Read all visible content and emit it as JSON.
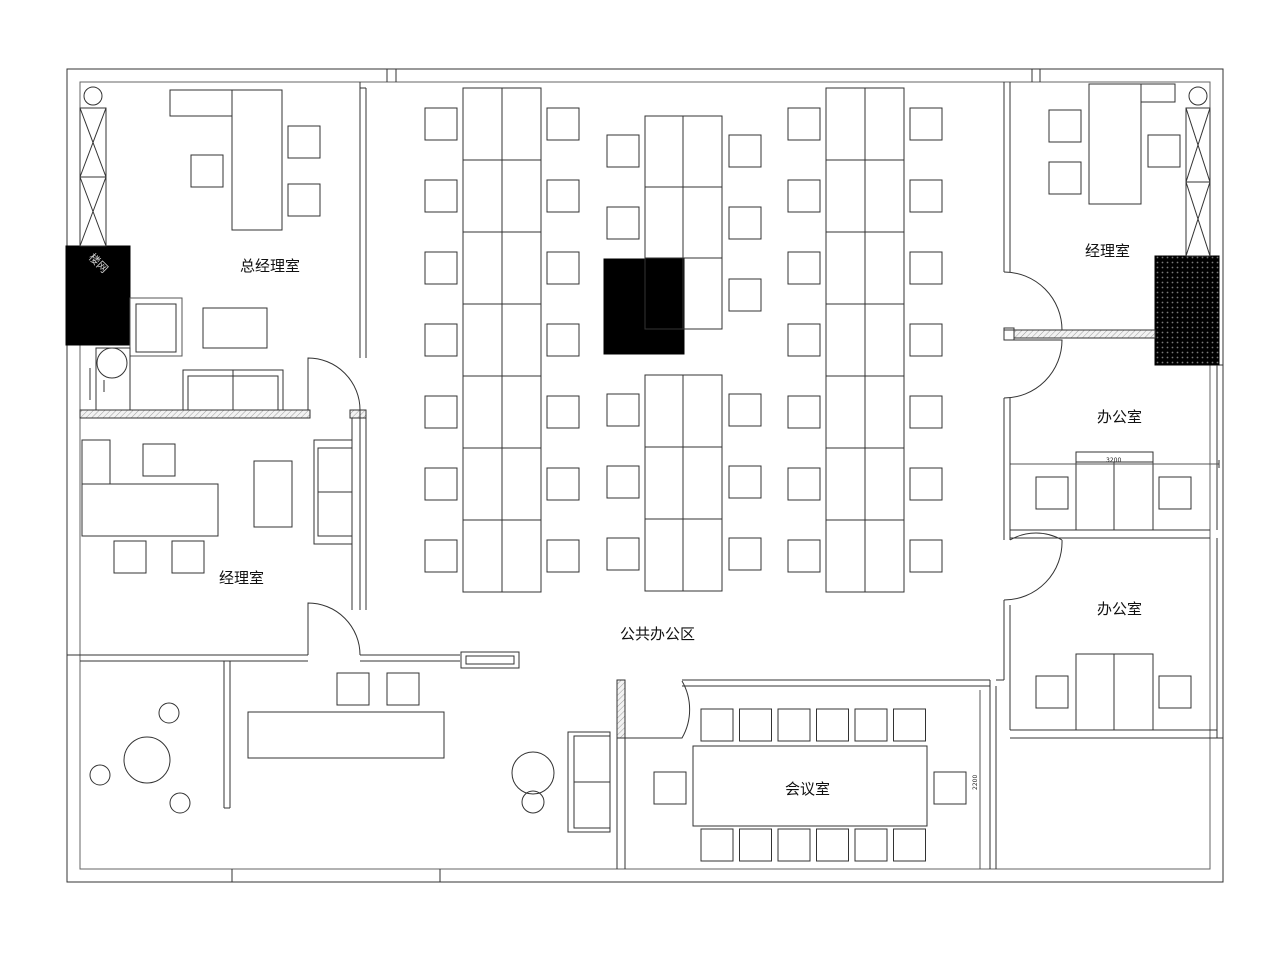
{
  "rooms": {
    "general_manager": "总经理室",
    "manager_left": "经理室",
    "manager_right": "经理室",
    "office_1": "办公室",
    "office_2": "办公室",
    "open_office": "公共办公区",
    "meeting_room": "会议室"
  },
  "dimensions": {
    "office_width": "3200",
    "meeting_depth": "2200"
  },
  "watermark": "楼网"
}
